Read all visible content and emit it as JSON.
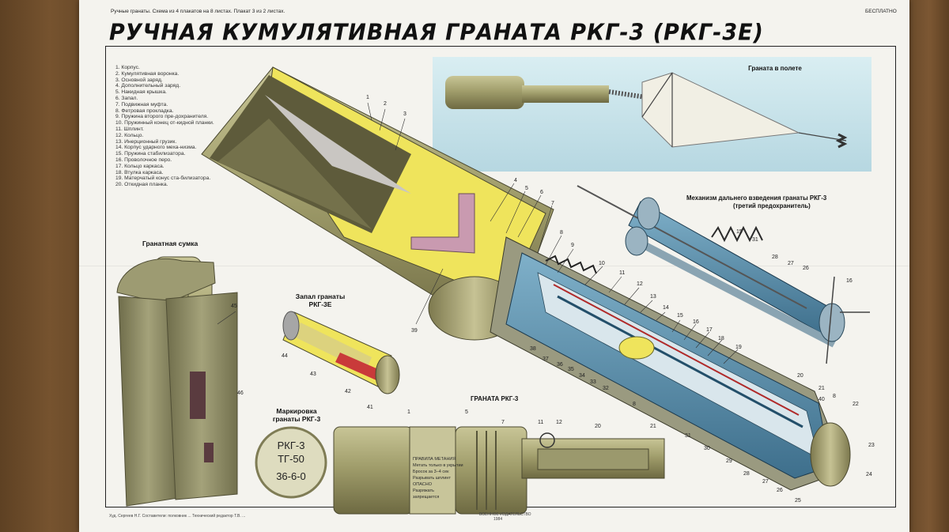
{
  "poster": {
    "top_note": "Ручные гранаты. Схема из 4 плакатов на 8 листах. Плакат 3 из 2 листах.",
    "free_label": "БЕСПЛАТНО",
    "title": "РУЧНАЯ КУМУЛЯТИВНАЯ ГРАНАТА РКГ-3 (РКГ-3Е)"
  },
  "legend": [
    "1. Корпус.",
    "2. Кумулятивная воронка.",
    "3. Основной заряд.",
    "4. Дополнительный заряд.",
    "5. Накидная крышка.",
    "6. Запал.",
    "7. Подвижная муфта.",
    "8. Фетровая прокладка.",
    "9. Пружина второго пре-дохранителя.",
    "10. Пружинный конец от-кидной планки.",
    "11. Шплинт.",
    "12. Кольцо.",
    "13. Инерционный грузик.",
    "14. Корпус ударного меха-низма.",
    "15. Пружина стабилизатора.",
    "16. Проволочное перо.",
    "17. Кольцо каркаса.",
    "18. Втулка каркаса.",
    "19. Матерчатый конус ста-билизатора.",
    "20. Откидная планка."
  ],
  "captions": {
    "in_flight": "Граната в полете",
    "mechanism_1": "Механизм дальнего взведения гранаты РКГ-3",
    "mechanism_2": "(третий предохранитель)",
    "bag": "Гранатная сумка",
    "fuze_1": "Запал гранаты",
    "fuze_2": "РКГ-3Е",
    "marking_1": "Маркировка",
    "marking_2": "гранаты РКГ-3",
    "grenade": "ГРАНАТА РКГ-3"
  },
  "marking": {
    "line1": "РКГ-3",
    "line2": "ТГ-50",
    "line3": "36-6-0"
  },
  "body_text": [
    "ПРАВИЛА МЕТАНИЯ",
    "Метать только в укрытии",
    "Бросок за 3–4 сек",
    "Разрывать шплинт",
    "ОПАСНО",
    "Разряжать",
    "запрещается"
  ],
  "numbers": {
    "cutaway": [
      "1",
      "2",
      "3",
      "4",
      "5",
      "6",
      "7",
      "8",
      "9",
      "10",
      "11",
      "12",
      "13",
      "14",
      "15",
      "16",
      "17",
      "18",
      "19",
      "20",
      "21",
      "8",
      "22",
      "23",
      "24",
      "25",
      "26",
      "27",
      "28",
      "29",
      "30",
      "31",
      "8",
      "32",
      "33",
      "34",
      "35",
      "36",
      "37",
      "38",
      "39",
      "40"
    ],
    "mechanism": [
      "15",
      "31",
      "28",
      "27",
      "26",
      "16"
    ],
    "fuze": [
      "44",
      "43",
      "42",
      "41"
    ],
    "bag": [
      "45",
      "46"
    ],
    "grenade": [
      "1",
      "5",
      "7",
      "11",
      "12",
      "20",
      "21"
    ]
  },
  "footer": {
    "left": "Худ. Сергеев Н.Г. Составители: полковник ...  Технический редактор Т.В. ...",
    "center_1": "ВОЕННОЕ ИЗДАТЕЛЬСТВО",
    "center_2": "1984"
  },
  "colors": {
    "olive": "#9c9868",
    "olive_dark": "#6f6b45",
    "explosive_yellow": "#efe45c",
    "cut_blue": "#4f86a6",
    "sky": "#c7e3ea",
    "bag": "#8c8a63"
  }
}
